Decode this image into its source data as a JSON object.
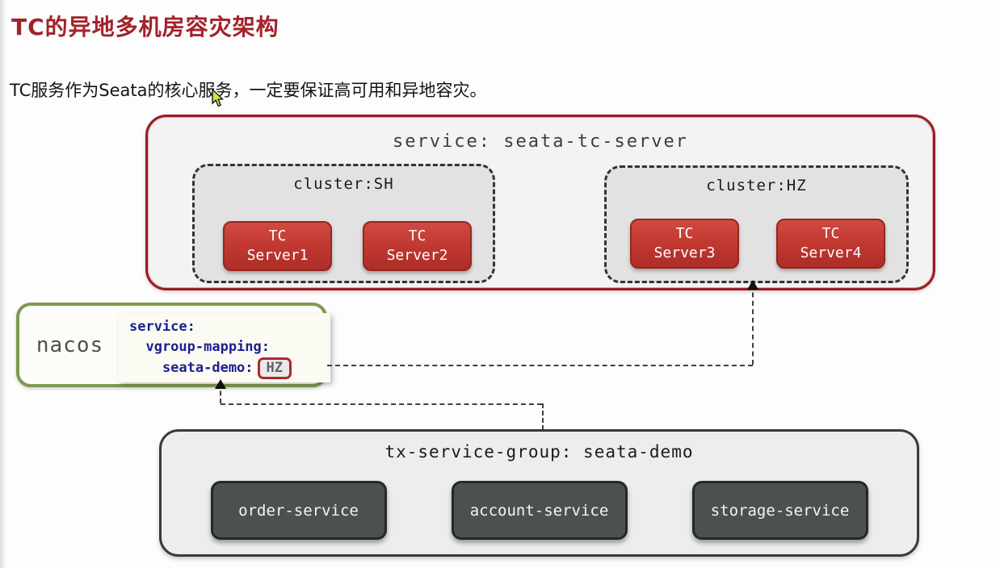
{
  "page": {
    "title": "TC的异地多机房容灾架构",
    "subtitle": "TC服务作为Seata的核心服务，一定要保证高可用和异地容灾。"
  },
  "colors": {
    "title_red": "#a3222a",
    "main_box_border": "#9b1c24",
    "tc_server_fill": "#c23a32",
    "nacos_border_green": "#7e9a4f",
    "code_text_blue": "#1e2090",
    "service_box_fill": "#4b5151"
  },
  "tc_service": {
    "label": "service: seata-tc-server",
    "clusters": [
      {
        "label": "cluster:SH",
        "servers": [
          {
            "label": "TC\nServer1"
          },
          {
            "label": "TC\nServer2"
          }
        ]
      },
      {
        "label": "cluster:HZ",
        "servers": [
          {
            "label": "TC\nServer3"
          },
          {
            "label": "TC\nServer4"
          }
        ]
      }
    ]
  },
  "nacos": {
    "label": "nacos",
    "code_lines": [
      "service:",
      "  vgroup-mapping:",
      "    seata-demo:"
    ],
    "mapped_cluster": "HZ"
  },
  "tx_group": {
    "label": "tx-service-group: seata-demo",
    "services": [
      {
        "label": "order-service"
      },
      {
        "label": "account-service"
      },
      {
        "label": "storage-service"
      }
    ]
  }
}
